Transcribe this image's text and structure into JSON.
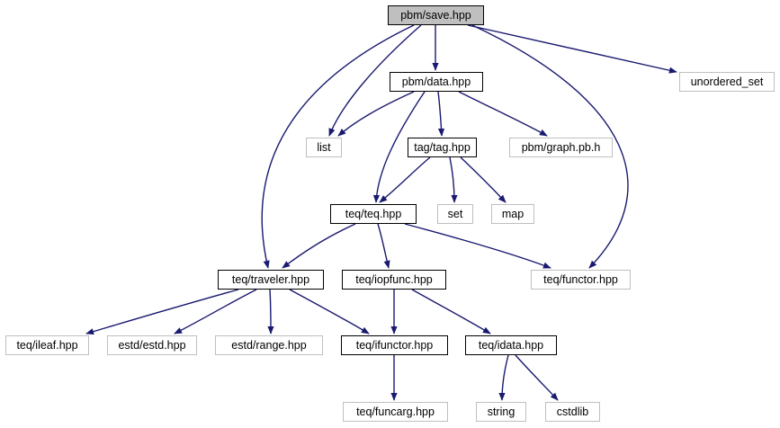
{
  "edge_color": "#191970",
  "node_fill_root": "#bfbfbf",
  "nodes": {
    "save": {
      "label": "pbm/save.hpp",
      "kind": "root"
    },
    "data": {
      "label": "pbm/data.hpp",
      "kind": "local"
    },
    "unordered": {
      "label": "unordered_set",
      "kind": "ext"
    },
    "list": {
      "label": "list",
      "kind": "ext"
    },
    "tag": {
      "label": "tag/tag.hpp",
      "kind": "local"
    },
    "graph": {
      "label": "pbm/graph.pb.h",
      "kind": "ext"
    },
    "teq": {
      "label": "teq/teq.hpp",
      "kind": "local"
    },
    "set": {
      "label": "set",
      "kind": "ext"
    },
    "map": {
      "label": "map",
      "kind": "ext"
    },
    "traveler": {
      "label": "teq/traveler.hpp",
      "kind": "local"
    },
    "iopfunc": {
      "label": "teq/iopfunc.hpp",
      "kind": "local"
    },
    "functor": {
      "label": "teq/functor.hpp",
      "kind": "ext"
    },
    "ileaf": {
      "label": "teq/ileaf.hpp",
      "kind": "ext"
    },
    "estd": {
      "label": "estd/estd.hpp",
      "kind": "ext"
    },
    "range": {
      "label": "estd/range.hpp",
      "kind": "ext"
    },
    "ifunctor": {
      "label": "teq/ifunctor.hpp",
      "kind": "local"
    },
    "idata": {
      "label": "teq/idata.hpp",
      "kind": "local"
    },
    "funcarg": {
      "label": "teq/funcarg.hpp",
      "kind": "ext"
    },
    "string": {
      "label": "string",
      "kind": "ext"
    },
    "cstdlib": {
      "label": "cstdlib",
      "kind": "ext"
    }
  },
  "edges": [
    [
      "save",
      "data"
    ],
    [
      "save",
      "unordered"
    ],
    [
      "save",
      "list"
    ],
    [
      "save",
      "traveler"
    ],
    [
      "save",
      "functor"
    ],
    [
      "data",
      "list"
    ],
    [
      "data",
      "tag"
    ],
    [
      "data",
      "graph"
    ],
    [
      "data",
      "teq"
    ],
    [
      "tag",
      "teq"
    ],
    [
      "tag",
      "set"
    ],
    [
      "tag",
      "map"
    ],
    [
      "teq",
      "traveler"
    ],
    [
      "teq",
      "iopfunc"
    ],
    [
      "teq",
      "functor"
    ],
    [
      "traveler",
      "ileaf"
    ],
    [
      "traveler",
      "estd"
    ],
    [
      "traveler",
      "range"
    ],
    [
      "traveler",
      "ifunctor"
    ],
    [
      "iopfunc",
      "ifunctor"
    ],
    [
      "iopfunc",
      "idata"
    ],
    [
      "ifunctor",
      "funcarg"
    ],
    [
      "idata",
      "string"
    ],
    [
      "idata",
      "cstdlib"
    ]
  ]
}
